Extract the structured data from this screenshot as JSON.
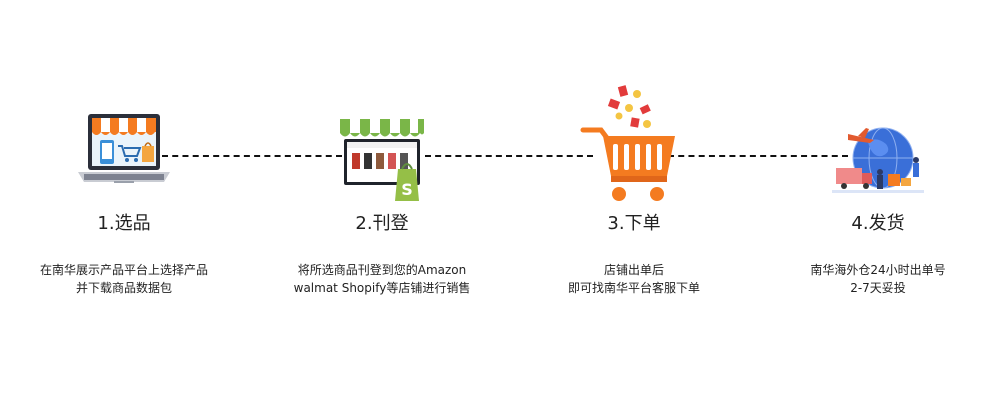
{
  "steps": [
    {
      "title": "1.选品",
      "desc": [
        "在南华展示产品平台上选择产品",
        "并下载商品数据包"
      ],
      "icon": "laptop-storefront-icon"
    },
    {
      "title": "2.刊登",
      "desc": [
        "将所选商品刊登到您的Amazon",
        "walmat  Shopify等店铺进行销售"
      ],
      "icon": "shopify-storefront-icon"
    },
    {
      "title": "3.下单",
      "desc": [
        "店铺出单后",
        "即可找南华平台客服下单"
      ],
      "icon": "shopping-cart-icon"
    },
    {
      "title": "4.发货",
      "desc": [
        "南华海外仓24小时出单号",
        "2-7天妥投"
      ],
      "icon": "global-logistics-icon"
    }
  ],
  "colors": {
    "orange": "#f47b20",
    "green": "#7ab648",
    "blue": "#3a6fd8",
    "connector": "#111111"
  }
}
